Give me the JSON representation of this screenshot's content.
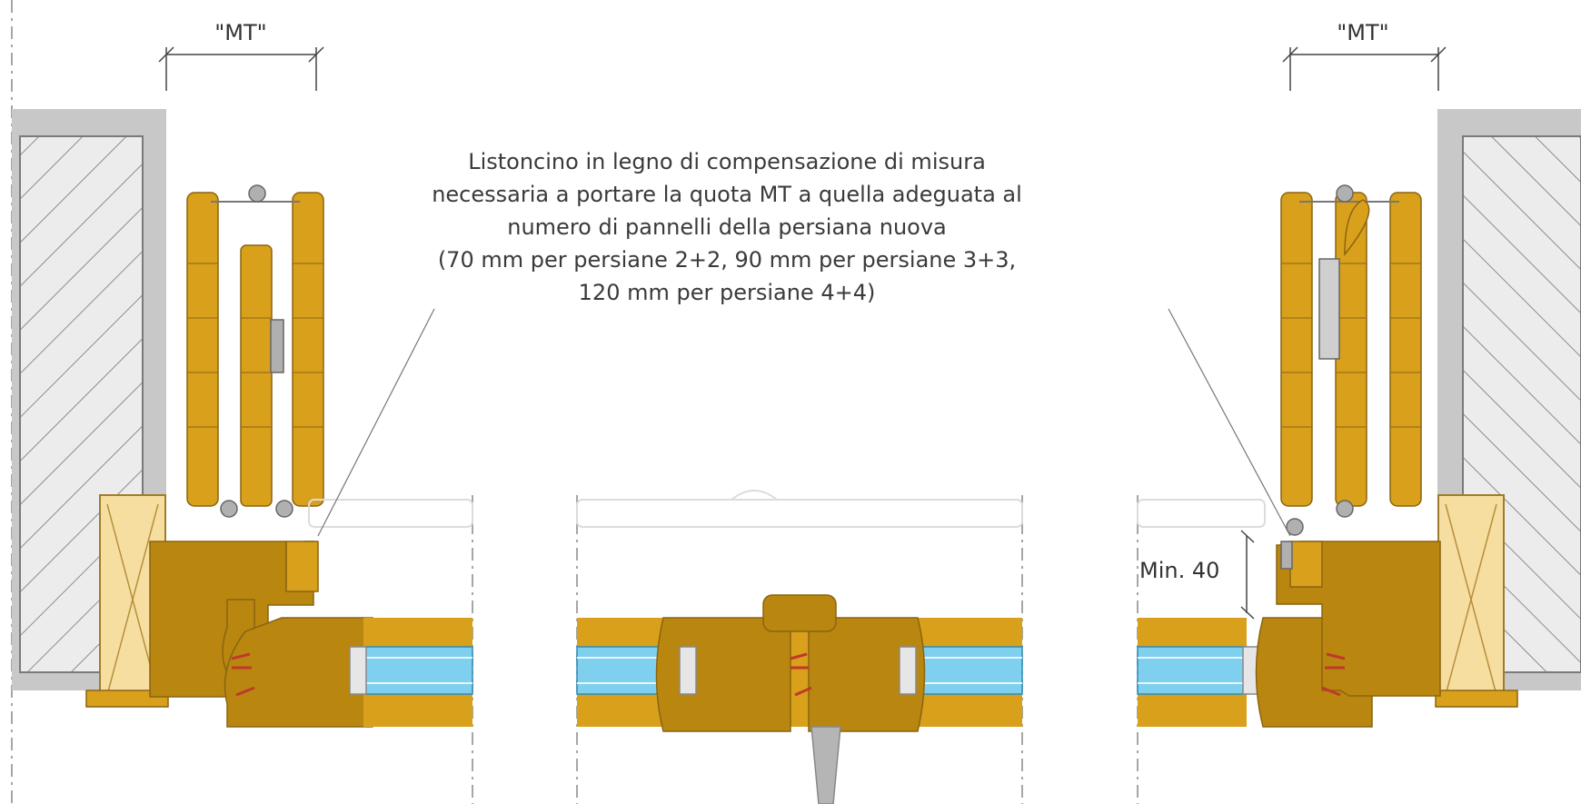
{
  "labels": {
    "mt_left": "\"MT\"",
    "mt_right": "\"MT\"",
    "min_dimension": "Min. 40"
  },
  "note_lines": [
    "Listoncino in legno di compensazione di misura",
    "necessaria a portare la quota MT a quella adeguata al",
    "numero di pannelli della persiana nuova",
    "(70 mm per persiane 2+2, 90 mm per persiane 3+3,",
    "120 mm per persiane 4+4)"
  ],
  "colors": {
    "wood": "#d9a01b",
    "wood_dark": "#b9870f",
    "wall": "#c8c8c8",
    "hatch": "#8c8c8c",
    "strip": "#f6dea0",
    "glass": "#7fd0ee",
    "gasket": "#c0392b",
    "hardware": "#b0b0b0",
    "line": "#444444"
  }
}
